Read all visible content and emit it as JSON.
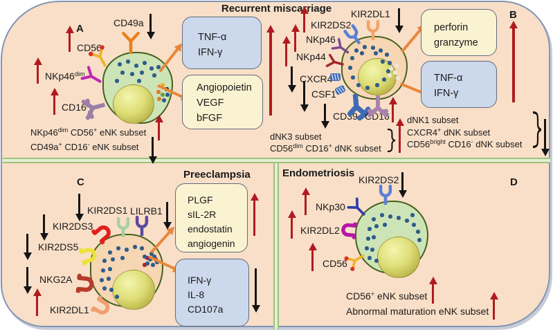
{
  "title": "Recurrent miscarriage",
  "colors": {
    "background": "#f9dfc8",
    "border": "#8195b6",
    "divider_green": "#9ec27e",
    "box_blue": "#ccd8ec",
    "box_yellow": "#faf3d2",
    "arrow_red": "#b01b20",
    "arrow_black": "#141414",
    "arrow_orange": "#e8873a",
    "cell_green": "#cde4b6",
    "cell_peach": "#f6d6b3",
    "nucleus_yellow": "#c9c344"
  },
  "panels": {
    "a": {
      "label": "A",
      "receptors": [
        {
          "name": "CD49a",
          "direction": "down"
        },
        {
          "name": "CD56",
          "direction": "up"
        },
        {
          "name": "NKp46",
          "sup": "dim",
          "direction": "up"
        },
        {
          "name": "CD16",
          "direction": "up"
        }
      ],
      "boxes": {
        "cytokines": {
          "lines": [
            "TNF-α",
            "IFN-γ"
          ]
        },
        "growth_factors": {
          "lines": [
            "Angiopoietin",
            "VEGF",
            "bFGF"
          ]
        }
      },
      "side_arrow_direction": "up",
      "subsets": [
        {
          "segments": [
            {
              "t": "NKp46"
            },
            {
              "t": "dim",
              "sup": true
            },
            {
              "t": " CD56"
            },
            {
              "t": "+",
              "sup": true
            },
            {
              "t": " eNK subset"
            }
          ],
          "direction": "up"
        },
        {
          "segments": [
            {
              "t": "CD49a"
            },
            {
              "t": "+",
              "sup": true
            },
            {
              "t": " CD16"
            },
            {
              "t": "-",
              "sup": true
            },
            {
              "t": " eNK subset"
            }
          ],
          "direction": "down"
        }
      ]
    },
    "b": {
      "label": "B",
      "receptors": [
        {
          "name": "KIR2DL1",
          "direction": "down"
        },
        {
          "name": "KIR2DS2",
          "direction": "up"
        },
        {
          "name": "NKp46",
          "direction": "up"
        },
        {
          "name": "NKp44",
          "direction": "up"
        },
        {
          "name": "CXCR4",
          "direction": "down"
        },
        {
          "name": "CSF1",
          "direction": "down"
        },
        {
          "name": "CD39",
          "direction": "down"
        },
        {
          "name": "CD16",
          "direction": "up"
        }
      ],
      "boxes": {
        "granules": {
          "lines": [
            "perforin",
            "granzyme"
          ]
        },
        "cytokines": {
          "lines": [
            "TNF-α",
            "IFN-γ"
          ]
        }
      },
      "side_arrow_direction": "up",
      "subsets_increased": {
        "direction": "up",
        "lines": [
          [
            {
              "t": "dNK3 subset"
            }
          ],
          [
            {
              "t": "CD56"
            },
            {
              "t": "dim",
              "sup": true
            },
            {
              "t": " CD16"
            },
            {
              "t": "+",
              "sup": true
            },
            {
              "t": " dNK subset"
            }
          ]
        ]
      },
      "subsets_decreased": {
        "direction": "down",
        "lines": [
          [
            {
              "t": "dNK1 subset"
            }
          ],
          [
            {
              "t": "CXCR4"
            },
            {
              "t": "+",
              "sup": true
            },
            {
              "t": " dNK subset"
            }
          ],
          [
            {
              "t": "CD56"
            },
            {
              "t": "bright",
              "sup": true
            },
            {
              "t": " CD16"
            },
            {
              "t": "-",
              "sup": true
            },
            {
              "t": " dNK subset"
            }
          ]
        ]
      }
    },
    "c": {
      "label": "C",
      "title": "Preeclampsia",
      "receptors": [
        {
          "name": "KIR2DS1",
          "direction": "down"
        },
        {
          "name": "LILRB1",
          "direction": "down"
        },
        {
          "name": "KIR2DS3",
          "direction": "down"
        },
        {
          "name": "KIR2DS5",
          "direction": "down"
        },
        {
          "name": "NKG2A",
          "direction": "down"
        },
        {
          "name": "KIR2DL1",
          "direction": "up"
        }
      ],
      "boxes": {
        "angiogenic": {
          "lines": [
            "PLGF",
            "sIL-2R",
            "endostatin",
            "angiogenin"
          ],
          "direction": "up"
        },
        "cytokines": {
          "lines": [
            "IFN-γ",
            "IL-8",
            "CD107a"
          ],
          "direction": "down"
        }
      }
    },
    "d": {
      "label": "D",
      "title": "Endometriosis",
      "receptors": [
        {
          "name": "KIR2DS2",
          "direction": "down"
        },
        {
          "name": "NKp30",
          "direction": "up"
        },
        {
          "name": "KIR2DL2",
          "direction": "up"
        },
        {
          "name": "CD56",
          "direction": "up"
        }
      ],
      "subsets": [
        {
          "segments": [
            {
              "t": "CD56"
            },
            {
              "t": "+",
              "sup": true
            },
            {
              "t": " eNK subset"
            }
          ],
          "direction": "up"
        },
        {
          "segments": [
            {
              "t": "Abnormal maturation eNK subset"
            }
          ],
          "direction": "up"
        }
      ]
    }
  }
}
